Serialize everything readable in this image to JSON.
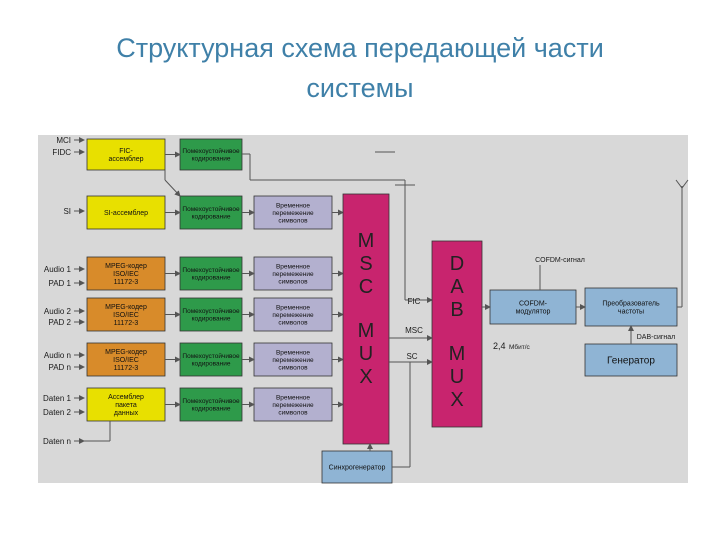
{
  "slide": {
    "title_line1": "Структурная схема передающей части",
    "title_line2": "системы"
  },
  "colors": {
    "panel": "#d8d8d8",
    "yellow": "#e8e000",
    "orange": "#d88b2a",
    "green": "#2e9a4a",
    "lavender": "#b3b0cf",
    "magenta": "#c8246e",
    "blue": "#8fb4d4",
    "title": "#3f80a8"
  },
  "inputs": [
    "MCI",
    "FIDC",
    "SI",
    "Audio 1",
    "PAD 1",
    "Audio 2",
    "PAD 2",
    "Audio n",
    "PAD n",
    "Daten 1",
    "Daten 2",
    "Daten n"
  ],
  "blocks": {
    "fic_assembler": "FIC-ассемблер",
    "si_assembler": "SI-ассемблер",
    "mpeg1": "MPEG-кодер ISO/IEC 11172-3",
    "mpeg2": "MPEG-кодер ISO/IEC 11172-3",
    "mpegn": "MPEG-кодер ISO/IEC 11172-3",
    "data_assembler": "Ассемблер пакета данных",
    "fec": "Помехоустойчивое кодирование",
    "interleave": "Временное перемежение символов",
    "msc_mux": "MSC MUX",
    "dab_mux": "DAB MUX",
    "sync_gen": "Синхрогенератор",
    "cofdm_mod": "COFDM-модулятор",
    "freq_conv": "Преобразователь частоты",
    "generator": "Генератор"
  },
  "signals": {
    "fic": "FIC",
    "msc": "MSC",
    "sc": "SC",
    "cofdm_signal": "COFDM-сигнал",
    "dab_signal": "DAB-сигнал",
    "rate": "2,4",
    "rate_unit": "Мбит/с"
  }
}
